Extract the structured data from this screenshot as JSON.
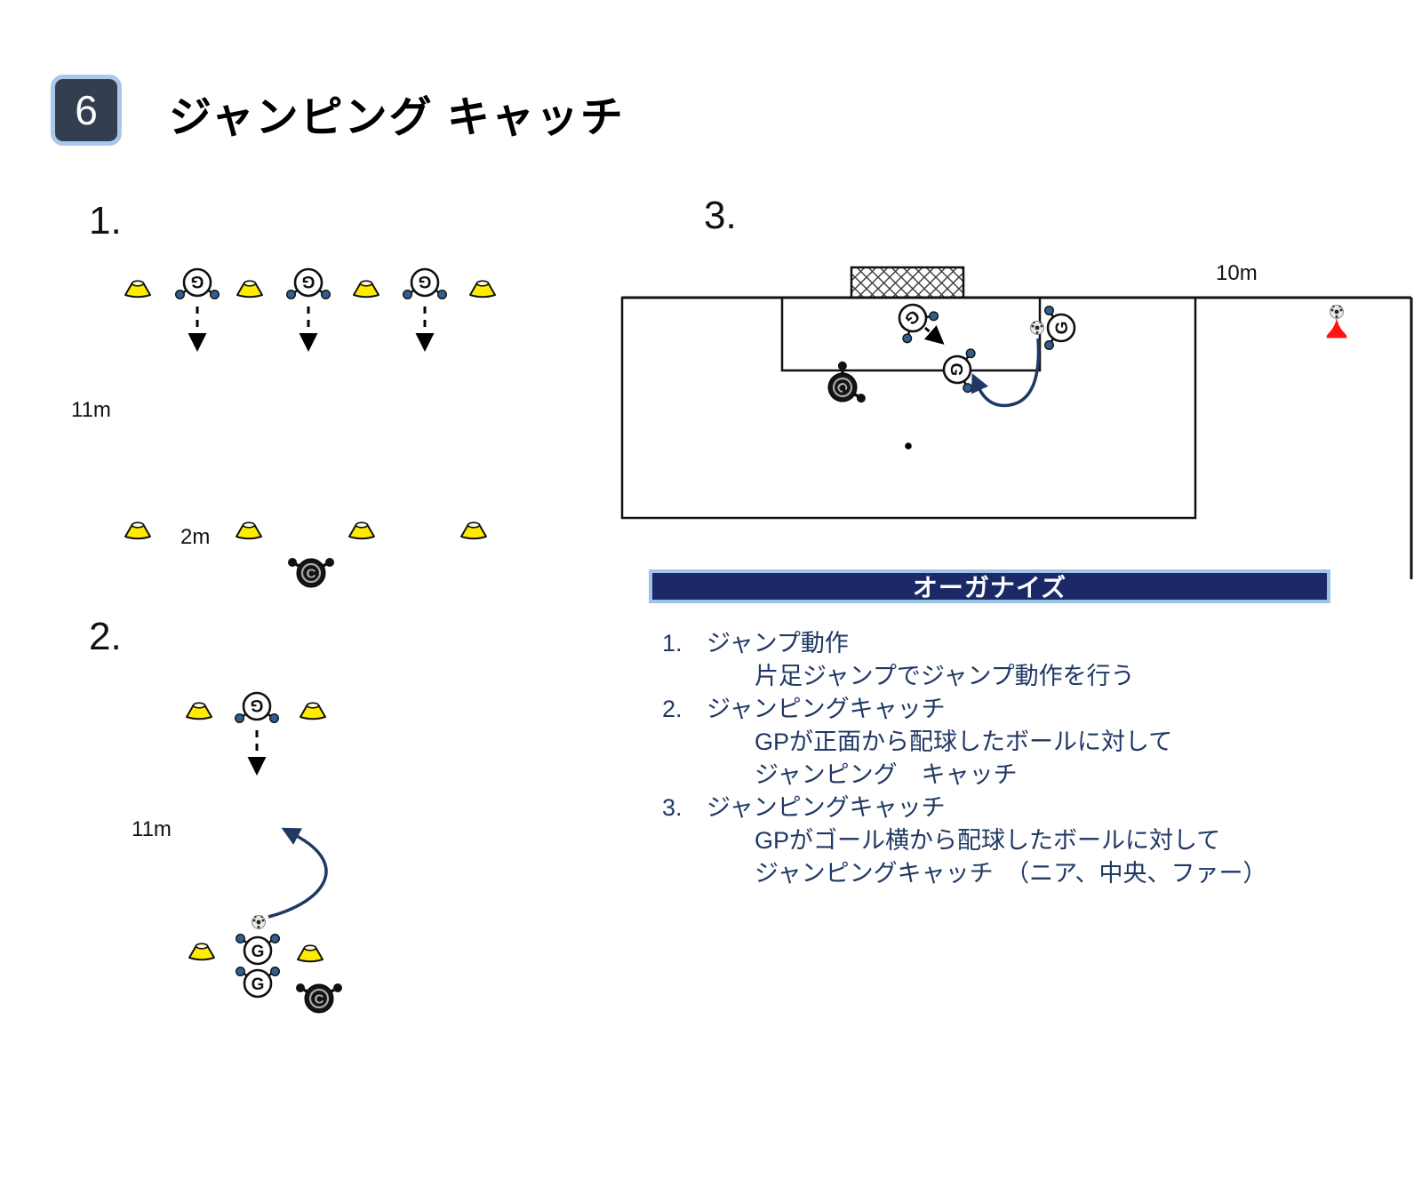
{
  "header": {
    "badge": "6",
    "title": "ジャンピング キャッチ"
  },
  "diagrams": {
    "d1": {
      "label": "1.",
      "depth_label": "11m",
      "gap_label": "2m"
    },
    "d2": {
      "label": "2.",
      "depth_label": "11m"
    },
    "d3": {
      "label": "3.",
      "width_label": "10m"
    }
  },
  "glyphs": {
    "goalkeeper": "G",
    "coach": "C"
  },
  "organize": {
    "title": "オーガナイズ",
    "items": [
      {
        "num": "1.",
        "title": "ジャンプ動作",
        "lines": [
          "片足ジャンプでジャンプ動作を行う"
        ]
      },
      {
        "num": "2.",
        "title": "ジャンピングキャッチ",
        "lines": [
          "GPが正面から配球したボールに対して",
          "ジャンピング　キャッチ"
        ]
      },
      {
        "num": "3.",
        "title": "ジャンピングキャッチ",
        "lines": [
          "GPがゴール横から配球したボールに対して",
          "ジャンピングキャッチ　（ニア、中央、ファー）"
        ]
      }
    ]
  },
  "colors": {
    "text_navy": "#1F3864",
    "panel_fill": "#1B2A67",
    "panel_border": "#9DC3E6",
    "badge_fill": "#333F50",
    "badge_border": "#A9C7E8",
    "cone_yellow": "#FFEB00",
    "cone_red": "#FF1313",
    "hand_blue": "#2E5F8F",
    "arrow_black": "#000000",
    "arrow_navy": "#1F3864"
  }
}
